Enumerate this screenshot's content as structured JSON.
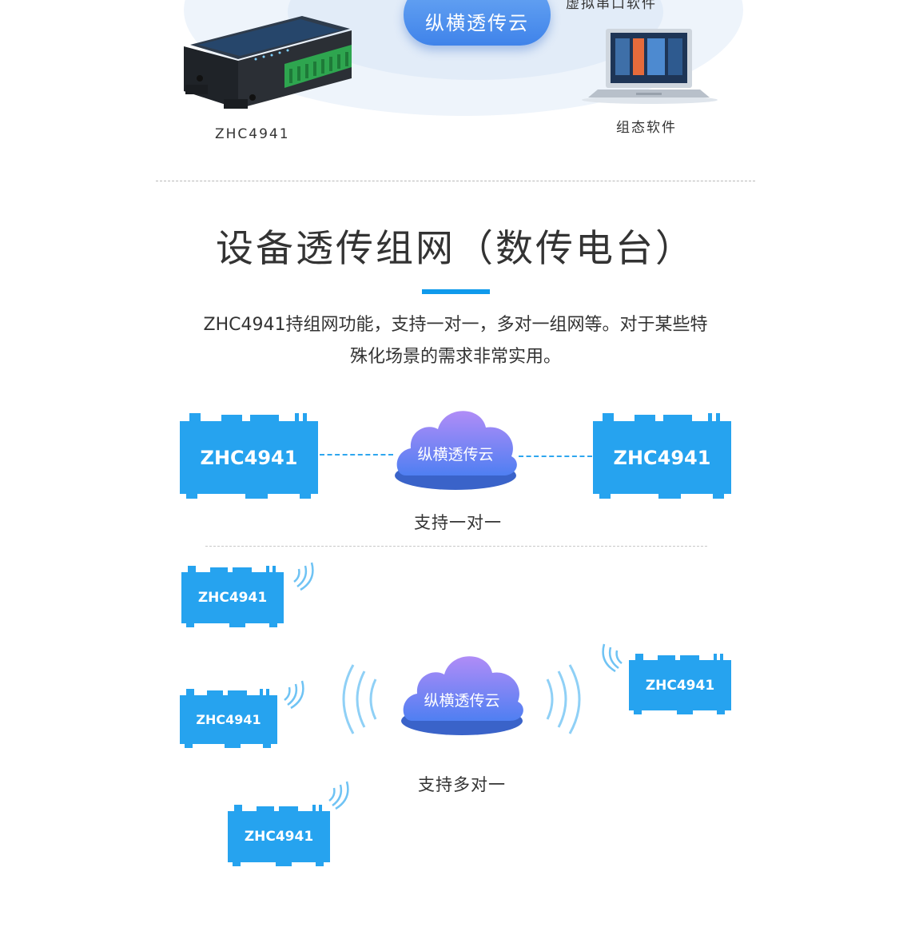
{
  "top": {
    "cloud_label": "纵横透传云",
    "top_cut_label": "虚拟串口软件",
    "device_label": "ZHC4941",
    "laptop_label": "组态软件"
  },
  "section": {
    "title": "设备透传组网（数传电台）",
    "desc_line1": "ZHC4941持组网功能，支持一对一，多对一组网等。对于某些特",
    "desc_line2": "殊化场景的需求非常实用。"
  },
  "one_to_one": {
    "left_module": "ZHC4941",
    "right_module": "ZHC4941",
    "cloud_label": "纵横透传云",
    "caption": "支持一对一"
  },
  "many_to_one": {
    "modules": [
      "ZHC4941",
      "ZHC4941",
      "ZHC4941",
      "ZHC4941"
    ],
    "cloud_label": "纵横透传云",
    "caption": "支持多对一"
  },
  "colors": {
    "module_blue": "#26a3ef",
    "accent_bar": "#0f9aec",
    "cloud_top": "#a98cf6",
    "cloud_bottom": "#4d7df1"
  }
}
